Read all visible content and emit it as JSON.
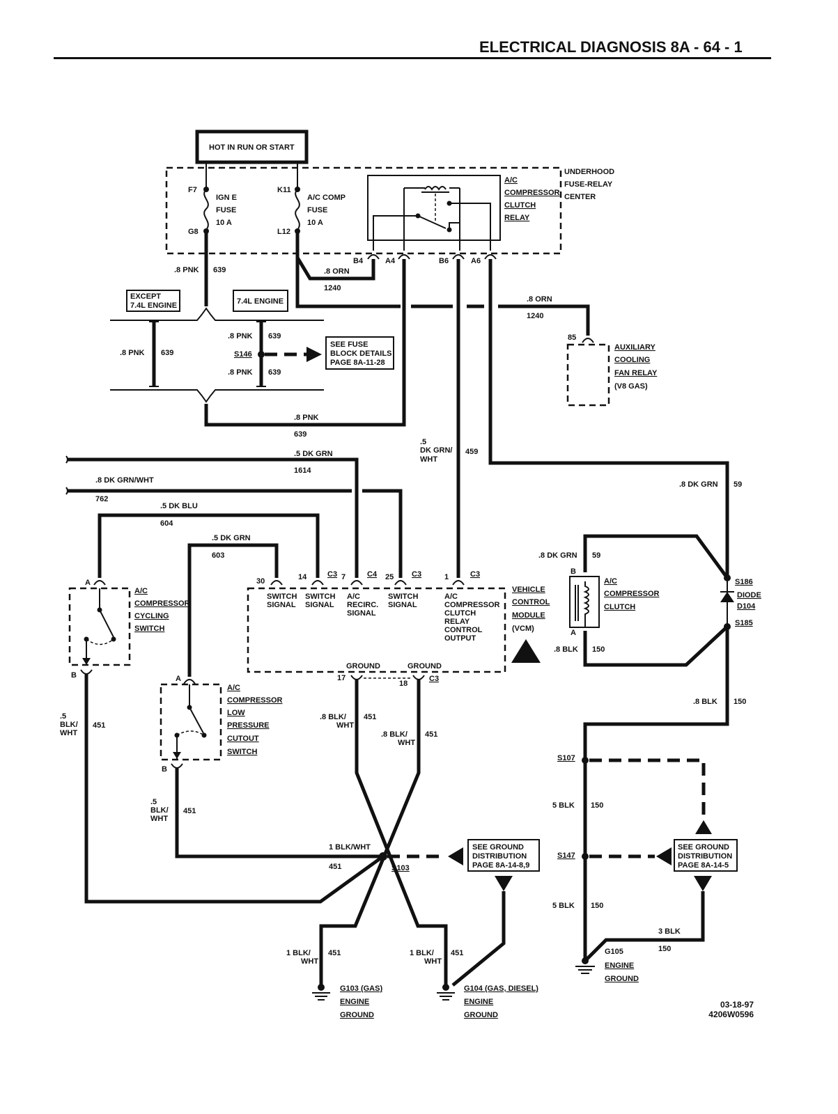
{
  "header": {
    "title": "ELECTRICAL DIAGNOSIS 8A - 64 - 1"
  },
  "footer": {
    "date": "03-18-97",
    "code": "4206W0596"
  },
  "labels": {
    "hot_run_start": "HOT IN RUN OR START",
    "f7": "F7",
    "g8": "G8",
    "k11": "K11",
    "l12": "L12",
    "ign_fuse_1": "IGN E",
    "ign_fuse_2": "FUSE",
    "ign_fuse_3": "10 A",
    "ac_fuse_1": "A/C COMP",
    "ac_fuse_2": "FUSE",
    "ac_fuse_3": "10 A",
    "relay_1": "A/C",
    "relay_2": "COMPRESSOR",
    "relay_3": "CLUTCH",
    "relay_4": "RELAY",
    "center_1": "UNDERHOOD",
    "center_2": "FUSE-RELAY",
    "center_3": "CENTER",
    "b4": "B4",
    "a4": "A4",
    "b6": "B6",
    "a6": "A6",
    "w_8pnk": ".8 PNK",
    "c639": "639",
    "w_8orn": ".8 ORN",
    "c1240": "1240",
    "except_1": "EXCEPT",
    "except_2": "7.4L ENGINE",
    "engine74": "7.4L ENGINE",
    "s146": "S146",
    "fuse_ref_1": "SEE FUSE",
    "fuse_ref_2": "BLOCK DETAILS",
    "fuse_ref_3": "PAGE 8A-11-28",
    "p85": "85",
    "aux_1": "AUXILIARY",
    "aux_2": "COOLING",
    "aux_3": "FAN RELAY",
    "aux_4": "(V8 GAS)",
    "w_5dkgrn": ".5 DK GRN",
    "c1614": "1614",
    "w_8dkgrnwht": ".8 DK GRN/WHT",
    "c762": "762",
    "w_5dkblu": ".5 DK BLU",
    "c604": "604",
    "c603": "603",
    "w_5_dkgrn_slash": ".5",
    "w_dkgrn_slash": "DK GRN/",
    "w_wht": "WHT",
    "c459": "459",
    "w_8dkgrn": ".8 DK GRN",
    "c59": "59",
    "pin30": "30",
    "pin14": "14",
    "pin7": "7",
    "pin25": "25",
    "pin1": "1",
    "c3": "C3",
    "c4": "C4",
    "sw_sig_1": "SWITCH",
    "sw_sig_2": "SIGNAL",
    "recirc_1": "A/C",
    "recirc_2": "RECIRC.",
    "recirc_3": "SIGNAL",
    "out_1": "A/C",
    "out_2": "COMPRESSOR",
    "out_3": "CLUTCH",
    "out_4": "RELAY",
    "out_5": "CONTROL",
    "out_6": "OUTPUT",
    "vcm_1": "VEHICLE",
    "vcm_2": "CONTROL",
    "vcm_3": "MODULE",
    "vcm_4": "(VCM)",
    "ground": "GROUND",
    "pin17": "17",
    "pin18": "18",
    "pin_a": "A",
    "pin_b": "B",
    "cyc_1": "A/C",
    "cyc_2": "COMPRESSOR",
    "cyc_3": "CYCLING",
    "cyc_4": "SWITCH",
    "low_1": "A/C",
    "low_2": "COMPRESSOR",
    "low_3": "LOW",
    "low_4": "PRESSURE",
    "low_5": "CUTOUT",
    "low_6": "SWITCH",
    "clutch_1": "A/C",
    "clutch_2": "COMPRESSOR",
    "clutch_3": "CLUTCH",
    "s186": "S186",
    "s185": "S185",
    "diode_1": "DIODE",
    "diode_2": "D104",
    "w_8blk": ".8 BLK",
    "c150": "150",
    "w_5": ".5",
    "w_blk_slash": "BLK/",
    "c451": "451",
    "w_8blk_slash": ".8 BLK/",
    "s107": "S107",
    "s147": "S147",
    "s103": "S103",
    "w_5blk": "5 BLK",
    "w_3blk": "3 BLK",
    "w_1blkwht": "1 BLK/WHT",
    "w_1blk_slash": "1 BLK/",
    "gd1_1": "SEE GROUND",
    "gd1_2": "DISTRIBUTION",
    "gd1_3": "PAGE 8A-14-8,9",
    "gd2_1": "SEE GROUND",
    "gd2_2": "DISTRIBUTION",
    "gd2_3": "PAGE 8A-14-5",
    "g103": "G103 (GAS)",
    "g104": "G104 (GAS, DIESEL)",
    "g105": "G105",
    "eng": "ENGINE",
    "gnd": "GROUND"
  }
}
